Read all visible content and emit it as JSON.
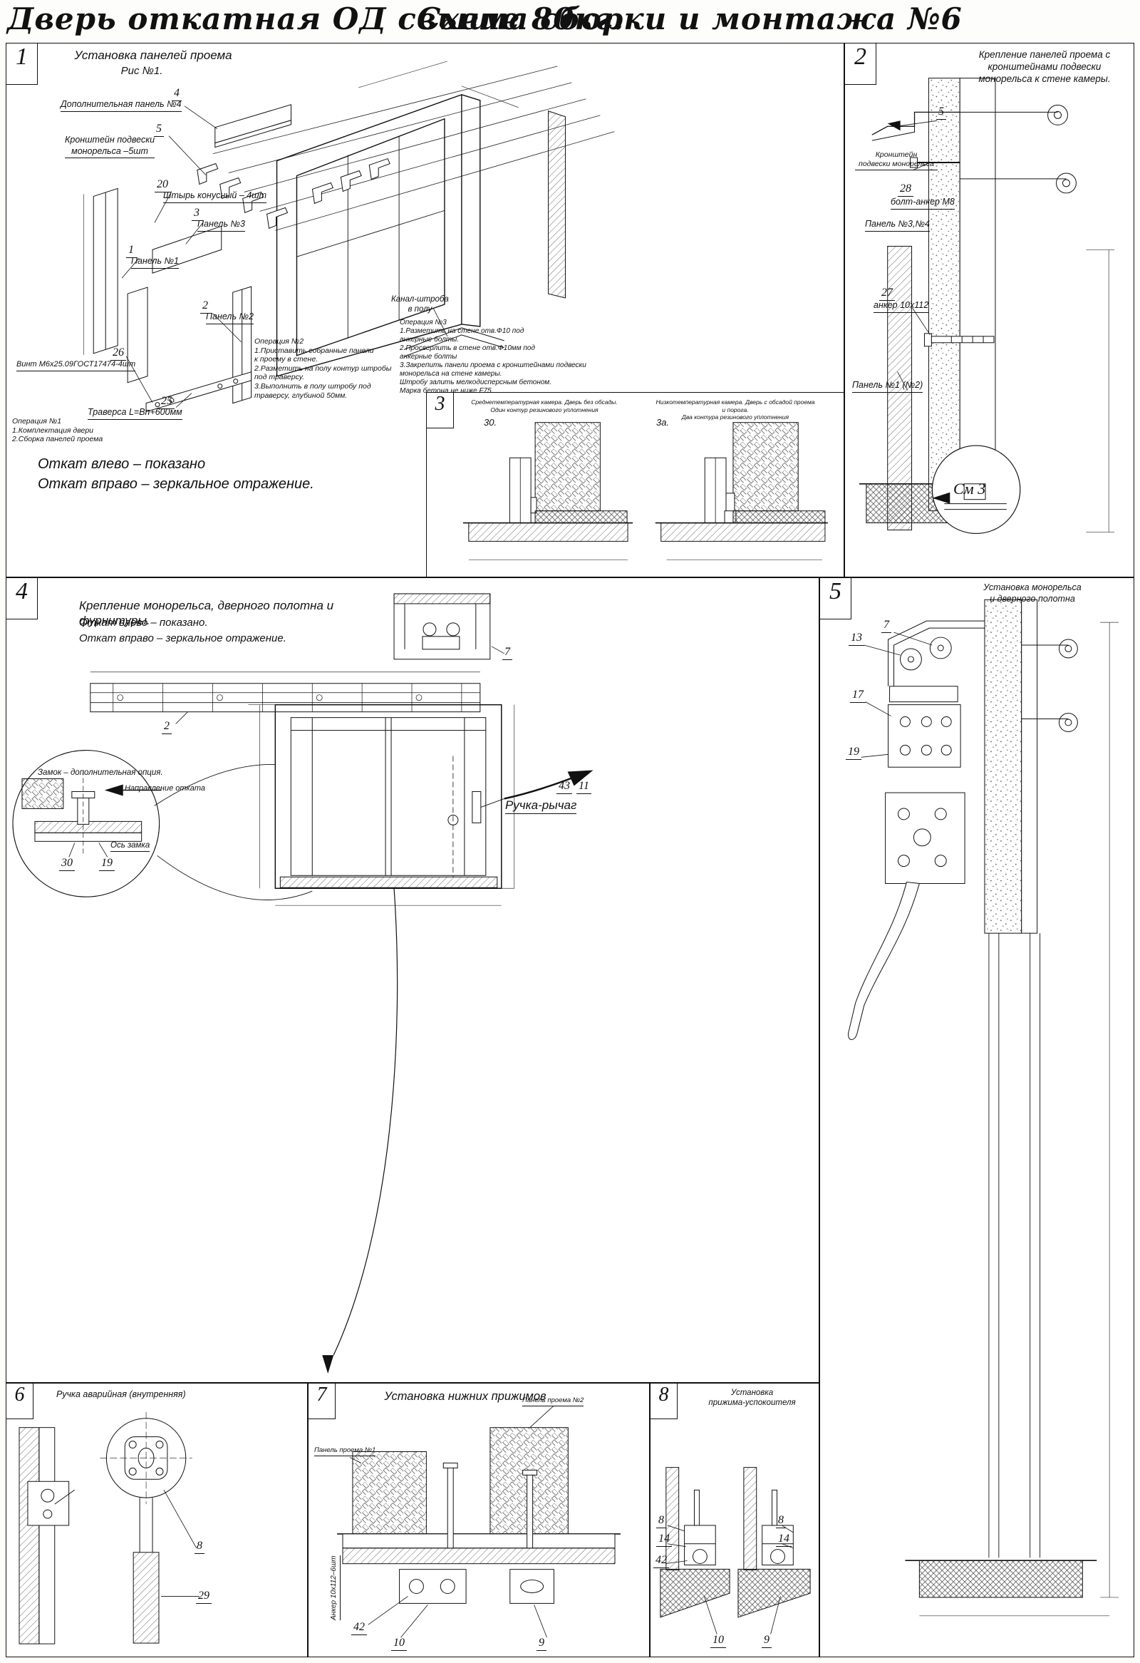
{
  "title": {
    "left": "Дверь откатная ОД свыше 80кг.",
    "right": "Схема сборки и монтажа №6"
  },
  "s1": {
    "num": "1",
    "heading": "Установка панелей проема",
    "fig": "Рис №1.",
    "c4": "4",
    "panel4": "Дополнительная панель №4",
    "c5": "5",
    "bracket": "Кронштейн подвески\nмонорельса –5шт",
    "c20": "20",
    "pin": "Штырь конусный – 4шт",
    "c3": "3",
    "panel3": "Панель №3",
    "c1": "1",
    "panel1": "Панель №1",
    "c2": "2",
    "panel2": "Панель №2",
    "c26": "26",
    "screw": "Винт М6х25.09ГОСТ17474-4шт",
    "c25": "25",
    "traverse": "Траверса  L=Вп+600мм",
    "channel": "Канал-штроба\nв полу",
    "op1": "Операция №1\n1.Комплектация двери\n2.Сборка панелей проема",
    "op2": "Операция №2\n1.Приставить собранные панели\nк проему в стене.\n2.Разметить на полу контур штробы\nпод траверсу.\n3.Выполнить в полу штробу под\nтраверсу, глубиной 50мм.",
    "op3": "Операция №3\n1.Разметить на стене отв.Ф10 под\nанкерные болты.\n2.Просверлить в стене отв.Ф10мм  под\nанкерные болты\n3.Закрепить панели проема с кронштейнами подвески\nмонорельса на стене камеры.\nШтробу залить мелкодисперсным бетоном.\nМарка бетона не ниже   F75.",
    "note1": "Откат влево – показано",
    "note2": "Откат вправо – зеркальное отражение."
  },
  "s2": {
    "num": "2",
    "heading": "Крепление панелей проема с\nкронштейнами  подвески\nмонорельса к стене камеры.",
    "c5": "5",
    "bracket": "Кронштейн\nподвески монорельса",
    "c28": "28",
    "bolt": "болт-анкер М8",
    "panel34": "Панель №3,№4",
    "c27": "27",
    "anchor": "анкер 10х112",
    "panel12": "Панель №1 (№2)",
    "see3": "См 3"
  },
  "s3": {
    "num": "3",
    "v1num": "30.",
    "v1note": "Среднетемпературная камера. Дверь без обсады.\nОдин контур резинового уплотнения",
    "v2num": "3а.",
    "v2note": "Низкотемпературная камера. Дверь с обсадой проема и порога.\nДва контура резинового уплотнения"
  },
  "s4": {
    "num": "4",
    "heading": "Крепление монорельса, дверного полотна и фурнитуры.",
    "sub1": "Откат влево – показано.",
    "sub2": "Откат вправо – зеркальное отражение.",
    "lock": "Замок – дополнительная опция.",
    "direction": "Направление отката",
    "axis": "Ось замка",
    "c30": "30",
    "c19": "19",
    "c2": "2",
    "c7": "7",
    "c43": "43",
    "c11": "11",
    "handle": "Ручка-рычаг"
  },
  "s5": {
    "num": "5",
    "heading": "Установка монорельса\nи дверного полотна",
    "c7": "7",
    "c13": "13",
    "c17": "17",
    "c19": "19"
  },
  "s6": {
    "num": "6",
    "heading": "Ручка аварийная (внутренняя)",
    "c8": "8",
    "c29": "29"
  },
  "s7": {
    "num": "7",
    "heading": "Установка  нижних  прижимов",
    "panel2": "Панель проема №2",
    "panel1": "Панель проема №1",
    "anchor": "Анкер  10х112–6шт",
    "c42": "42",
    "c10": "10",
    "c9": "9"
  },
  "s8": {
    "num": "8",
    "heading": "Установка\nприжима-успокоителя",
    "l8": "8",
    "l14": "14",
    "l42": "42",
    "l10": "10",
    "r8": "8",
    "r14": "14",
    "r9": "9"
  }
}
